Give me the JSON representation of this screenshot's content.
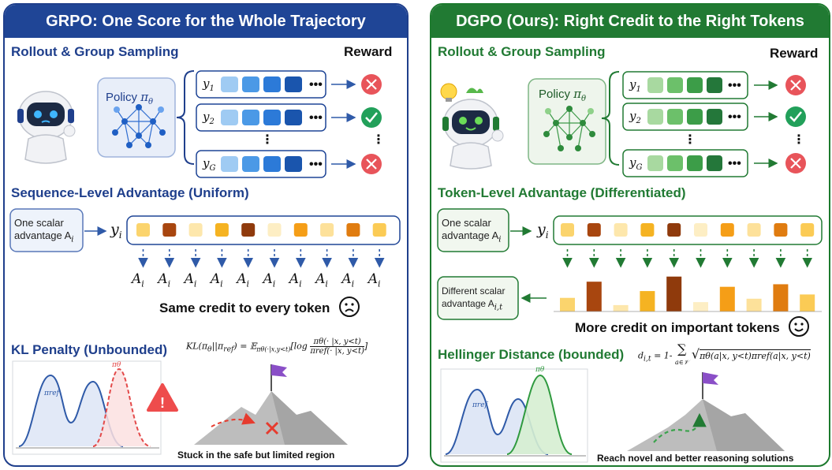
{
  "left": {
    "header": "GRPO: One Score for the Whole Trajectory",
    "rollout_title": "Rollout & Group Sampling",
    "reward_label": "Reward",
    "policy_label": "Policy",
    "policy_symbol": "π",
    "policy_sub": "θ",
    "rows": [
      {
        "label": "y",
        "sub": "1",
        "result": "wrong"
      },
      {
        "label": "y",
        "sub": "2",
        "result": "correct"
      },
      {
        "label": "y",
        "sub": "G",
        "result": "wrong"
      }
    ],
    "advantage_title": "Sequence-Level Advantage (Uniform)",
    "scalar_box": "One scalar advantage A",
    "scalar_box_line1": "One scalar",
    "scalar_box_line2": "advantage A",
    "scalar_sub": "i",
    "token_seq_label": "y",
    "token_seq_sub": "i",
    "token_value_label": "A",
    "token_value_sub": "i",
    "credit_caption": "Same credit to every token",
    "kl_title": "KL Penalty (Unbounded)",
    "kl_formula": "KL(πθ||πref) = 𝔼πθ(·|x,y<t)[log πθ(·|x,y<t) / πref(·|x,y<t)]",
    "kl_lhs": "KL(π",
    "kl_lhs_sub": "θ",
    "kl_mid": "||π",
    "kl_mid_sub": "ref",
    "kl_eq": ") = 𝔼",
    "kl_exp_sub": "πθ(·|x,y<t)",
    "kl_log": "[log",
    "kl_num": "πθ(· |x, y<t)",
    "kl_den": "πref(· |x, y<t)",
    "kl_close": "]",
    "dist_ref_label": "πref",
    "dist_theta_label": "πθ",
    "warning_symbol": "!",
    "mountain_caption": "Stuck in the safe but limited region"
  },
  "right": {
    "header": "DGPO (Ours): Right Credit to the Right Tokens",
    "rollout_title": "Rollout & Group Sampling",
    "reward_label": "Reward",
    "policy_label": "Policy",
    "policy_symbol": "π",
    "policy_sub": "θ",
    "rows": [
      {
        "label": "y",
        "sub": "1",
        "result": "wrong"
      },
      {
        "label": "y",
        "sub": "2",
        "result": "correct"
      },
      {
        "label": "y",
        "sub": "G",
        "result": "wrong"
      }
    ],
    "advantage_title": "Token-Level Advantage (Differentiated)",
    "scalar_box": "One scalar advantage A",
    "scalar_box_line1": "One scalar",
    "scalar_box_line2": "advantage A",
    "scalar_sub": "i",
    "token_seq_label": "y",
    "token_seq_sub": "i",
    "diff_box_line1": "Different scalar",
    "diff_box_line2": "advantage A",
    "diff_sub": "i,t",
    "bar_values": [
      0.32,
      0.7,
      0.15,
      0.48,
      0.82,
      0.22,
      0.58,
      0.3,
      0.64,
      0.4
    ],
    "credit_caption": "More credit on important tokens",
    "hellinger_title": "Hellinger Distance (bounded)",
    "hel_lhs": "d",
    "hel_lhs_sub": "i,t",
    "hel_eq": " = 1-",
    "hel_sum_sub": "a∈𝒱",
    "hel_body": "πθ(a|x, y<t)πref(a|x, y<t)",
    "dist_ref_label": "πref",
    "dist_theta_label": "πθ",
    "mountain_caption": "Reach novel and better reasoning solutions"
  },
  "colors": {
    "left_header": "#1f4596",
    "right_header": "#217a33",
    "wrong": "#e8545a",
    "correct": "#22a05a",
    "token_palette": [
      "#fbd46d",
      "#a8460f",
      "#fde7ac",
      "#f5b322",
      "#8f3a0c",
      "#fdeec4",
      "#f59e17",
      "#fde19a",
      "#e07c10",
      "#fbcb55"
    ]
  }
}
